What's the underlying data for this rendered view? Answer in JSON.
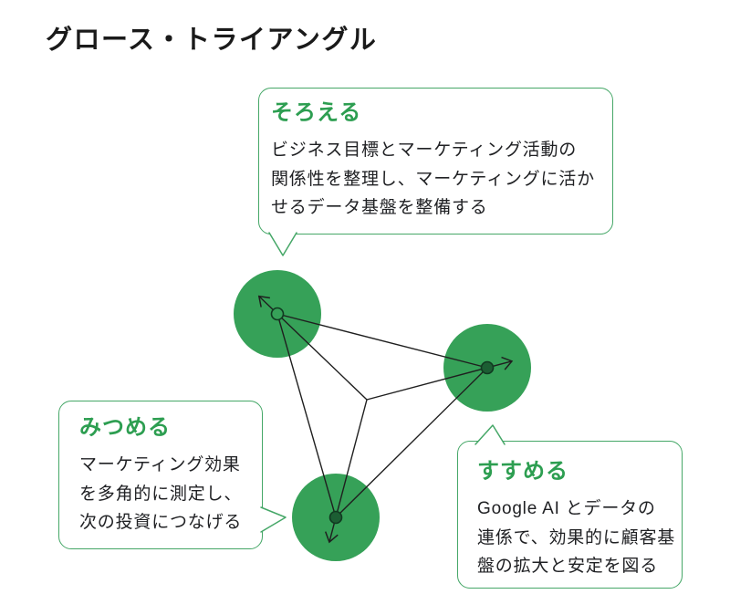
{
  "title": "グロース・トライアングル",
  "colors": {
    "accent_green": "#2d9e51",
    "bubble_border_green": "#45a767",
    "circle_green": "#36a158",
    "node_fill_dark": "#1c5e33",
    "node_stroke_dark": "#103920",
    "line_color": "#1f1f1f",
    "text_color": "#202124",
    "background": "#ffffff"
  },
  "bubbles": {
    "soroeru": {
      "heading": "そろえる",
      "lines": [
        "ビジネス目標とマーケティング活動の",
        "関係性を整理し、マーケティングに活か",
        "せるデータ基盤を整備する"
      ]
    },
    "mitsumeru": {
      "heading": "みつめる",
      "lines": [
        "マーケティング効果",
        "を多角的に測定し、",
        "次の投資につなげる"
      ]
    },
    "susumeru": {
      "heading": "すすめる",
      "lines": [
        "Google AI とデータの",
        "連係で、効果的に顧客基",
        "盤の拡大と安定を図る"
      ]
    }
  },
  "diagram": {
    "type": "triangle-network",
    "nodes": [
      {
        "id": "soroeru",
        "position": "top-left",
        "marker": "open-circle",
        "arrow_direction": "up-left"
      },
      {
        "id": "susumeru",
        "position": "right",
        "marker": "filled-circle",
        "arrow_direction": "right"
      },
      {
        "id": "mitsumeru",
        "position": "bottom",
        "marker": "filled-circle",
        "arrow_direction": "down"
      }
    ],
    "connections": "each node connects to the other two nodes and to a central hub point; an arrow extends outward from each node"
  }
}
